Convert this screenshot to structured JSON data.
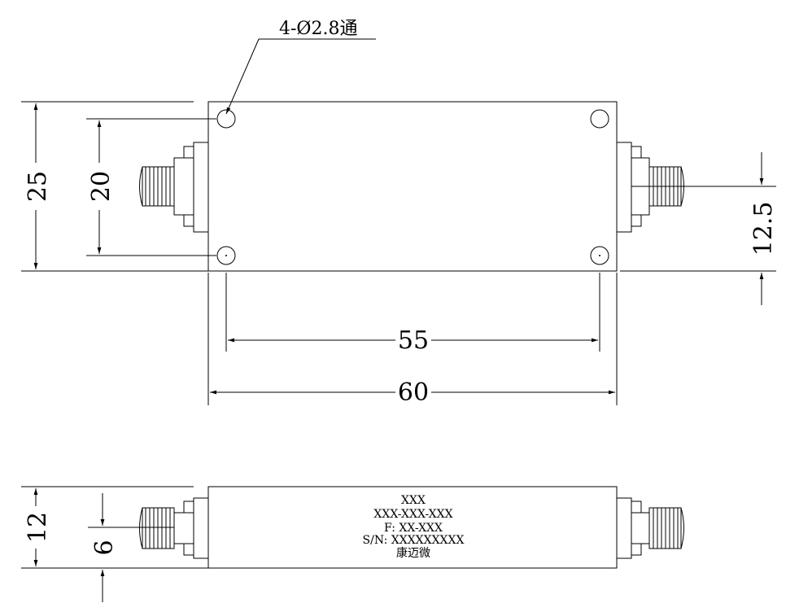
{
  "top_view": {
    "hole_note": "4-Ø2.8通",
    "dim_width_total": "60",
    "dim_hole_spacing_x": "55",
    "dim_height_total": "25",
    "dim_hole_spacing_y": "20",
    "dim_connector_offset": "12.5"
  },
  "side_view": {
    "dim_height_total": "12",
    "dim_connector_offset": "6",
    "label": {
      "line1": "XXX",
      "line2": "XXX-XXX-XXX",
      "line3": "F: XX-XXX",
      "line4": "S/N: XXXXXXXXX",
      "line5": "康迈微"
    }
  }
}
